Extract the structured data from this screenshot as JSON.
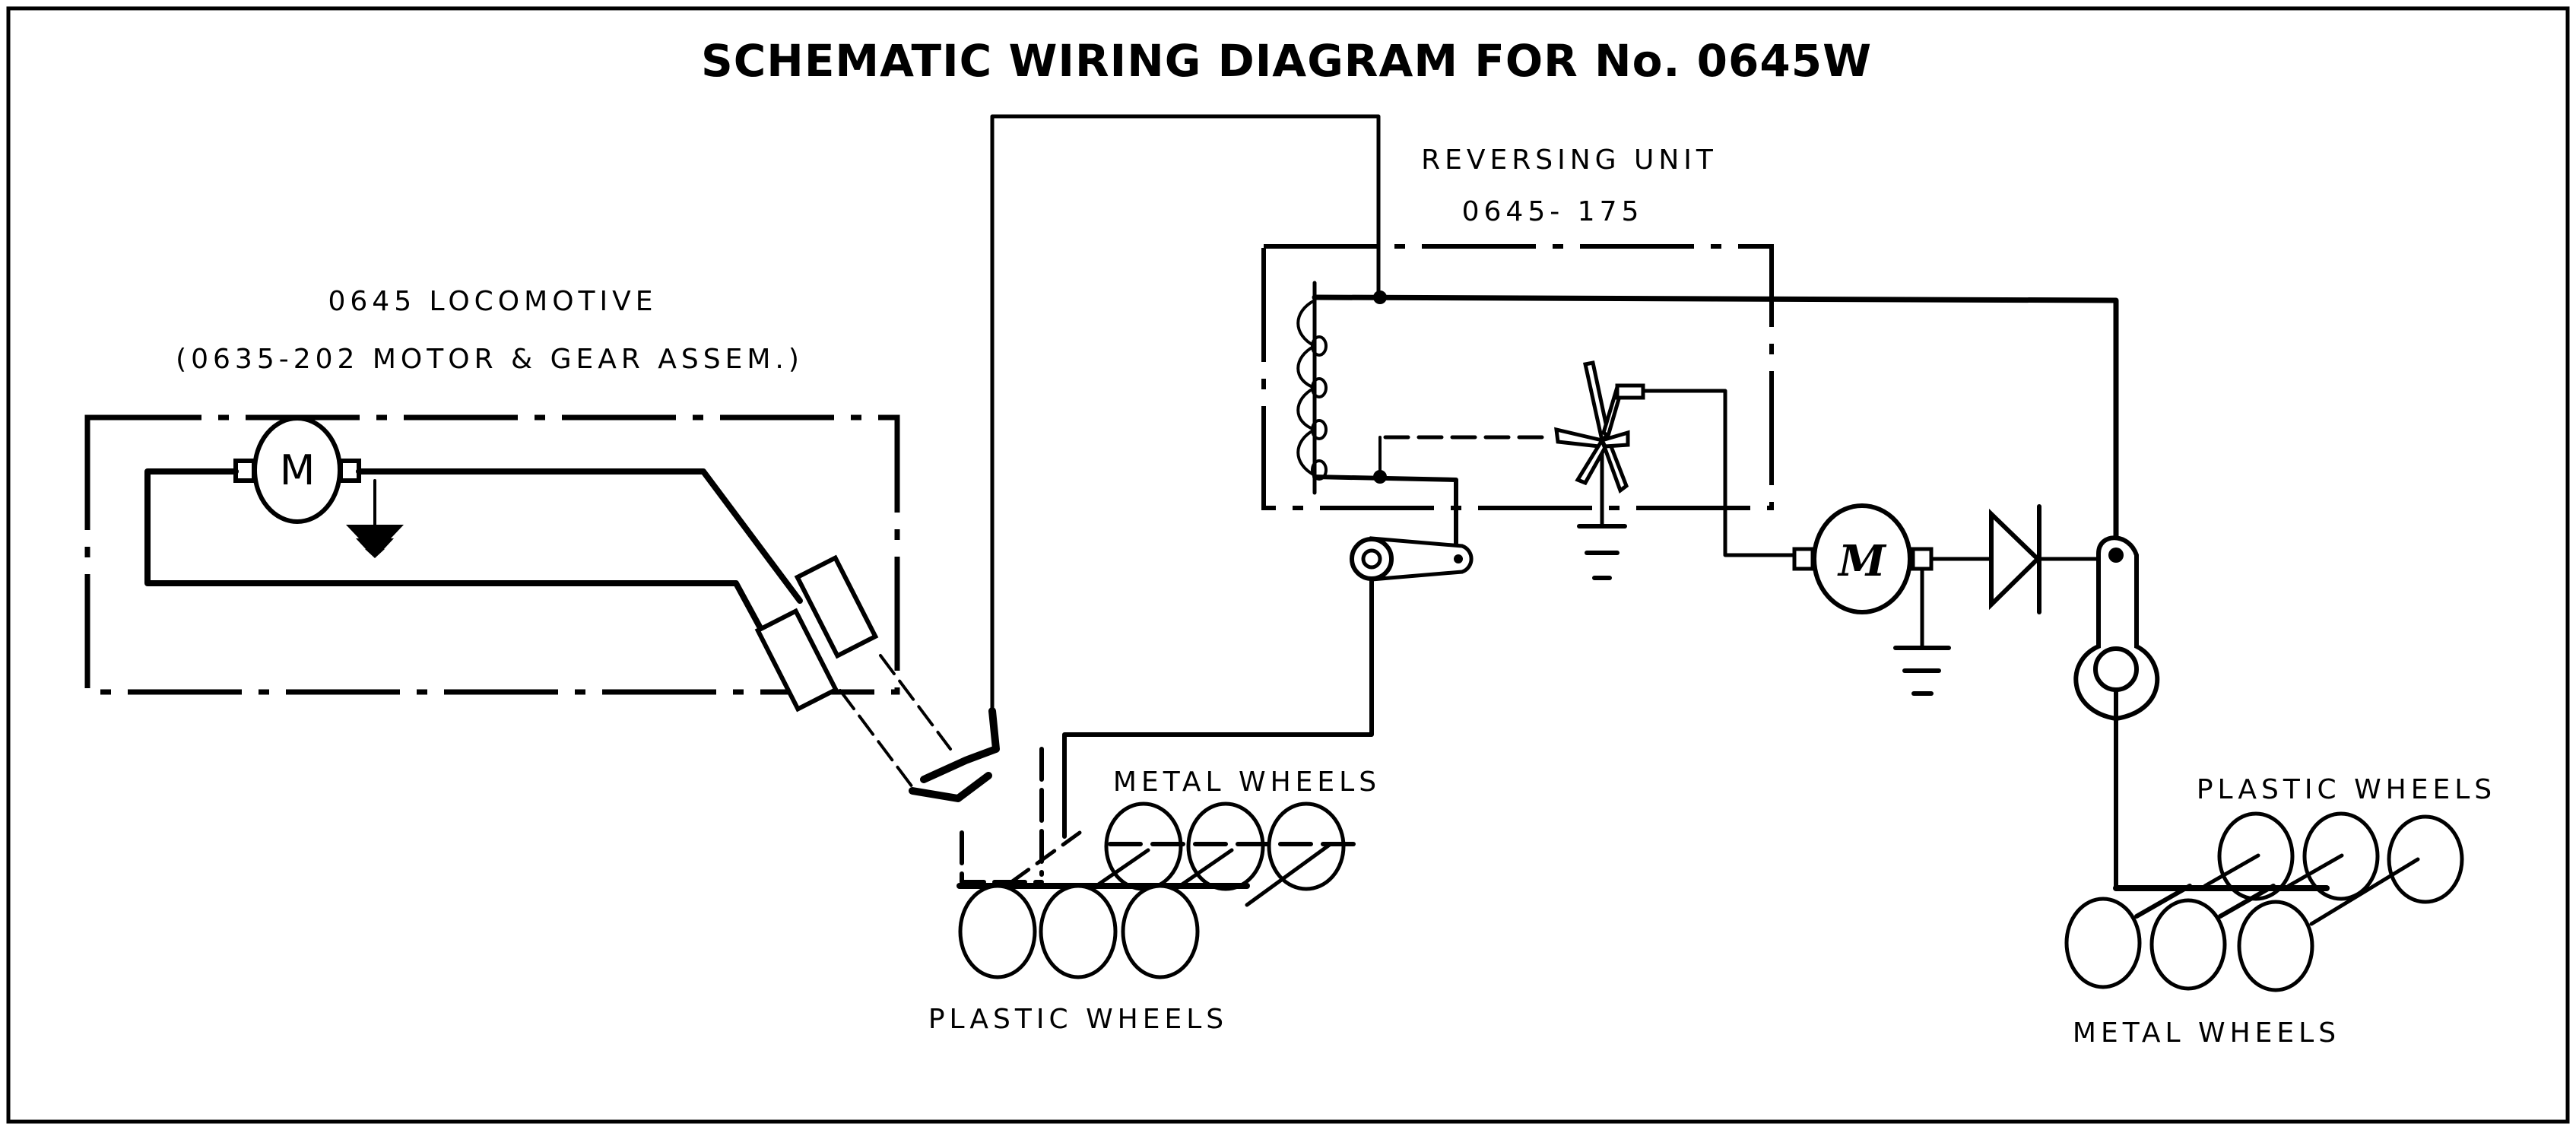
{
  "title": "SCHEMATIC WIRING DIAGRAM FOR No. 0645W",
  "colors": {
    "ink": "#000000",
    "paper": "#ffffff"
  },
  "locomotive": {
    "label": "0645 LOCOMOTIVE",
    "sublabel": "(0635-202 MOTOR & GEAR ASSEM.)",
    "motor_symbol": "M"
  },
  "reversing_unit": {
    "label": "REVERSING UNIT",
    "part_number": "0645- 175"
  },
  "tender": {
    "motor_symbol": "M"
  },
  "wheel_labels": {
    "center_metal": "METAL WHEELS",
    "center_plastic": "PLASTIC WHEELS",
    "right_plastic": "PLASTIC WHEELS",
    "right_metal": "METAL WHEELS"
  },
  "components": [
    "motor-icon",
    "ground-icon",
    "brush-icon",
    "coil-icon",
    "reversing-switch-icon",
    "diode-icon",
    "pickup-roller-icon",
    "wheel-icon"
  ]
}
